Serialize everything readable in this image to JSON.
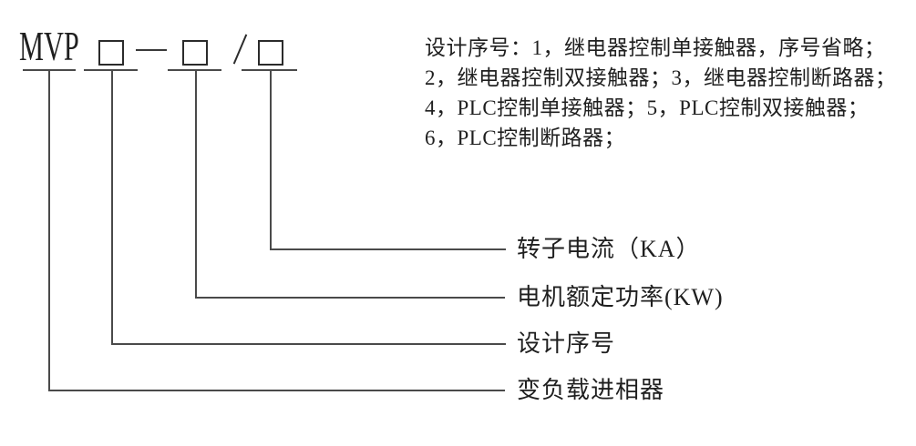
{
  "theme": {
    "background": "#ffffff",
    "line_color": "#4a4a4a",
    "text_color": "#1f1f1f"
  },
  "model_code": {
    "prefix": "MVP",
    "separators": {
      "dash": "—",
      "slash": "/"
    },
    "box_symbol": "□"
  },
  "notes": {
    "lines": [
      "设计序号：1，继电器控制单接触器，序号省略；",
      "2，继电器控制双接触器；3，继电器控制断路器；",
      "4，PLC控制单接触器；5，PLC控制双接触器；",
      "6，PLC控制断路器；"
    ]
  },
  "callouts": [
    {
      "id": "rotor-current",
      "text": "转子电流（KA）"
    },
    {
      "id": "motor-power",
      "text": "电机额定功率(KW)"
    },
    {
      "id": "design-serial",
      "text": "设计序号"
    },
    {
      "id": "phase-advancer",
      "text": "变负载进相器"
    }
  ]
}
